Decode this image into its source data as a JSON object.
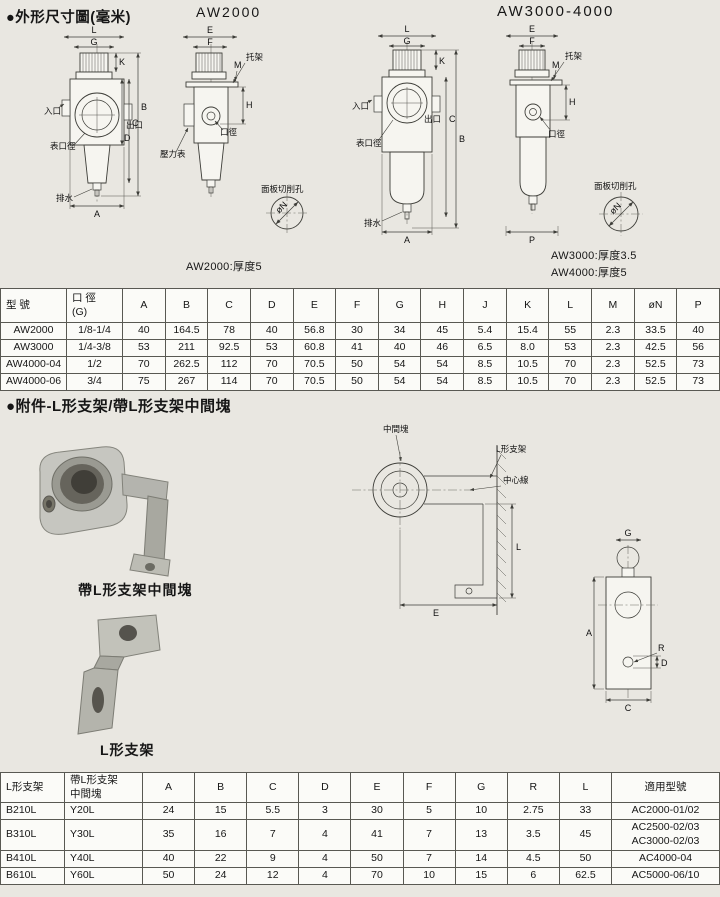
{
  "page": {
    "section1_title": "●外形尺寸圖(毫米)",
    "model1": "AW2000",
    "model2": "AW3000-4000",
    "note_aw2000": "AW2000:厚度5",
    "note_aw3000": "AW3000:厚度3.5",
    "note_aw4000": "AW4000:厚度5",
    "section2_title": "●附件-L形支架/帶L形支架中間塊",
    "photo1_caption": "帶L形支架中間塊",
    "photo2_caption": "L形支架"
  },
  "labels": {
    "inlet": "入口",
    "outlet": "出口",
    "gauge_port": "表口徑",
    "drain": "排水",
    "pressure_gauge": "壓力表",
    "port_size": "口徑",
    "bracket": "托架",
    "panel_cutout": "面板切削孔",
    "middle_block": "中間塊",
    "l_bracket": "L形支架",
    "center_line": "中心線"
  },
  "dim": {
    "A": "A",
    "B": "B",
    "C": "C",
    "D": "D",
    "E": "E",
    "F": "F",
    "G": "G",
    "H": "H",
    "K": "K",
    "L": "L",
    "M": "M",
    "N": "øN",
    "P": "P",
    "R": "R"
  },
  "table1": {
    "headers": [
      "型 號",
      "口 徑\n(G)",
      "A",
      "B",
      "C",
      "D",
      "E",
      "F",
      "G",
      "H",
      "J",
      "K",
      "L",
      "M",
      "øN",
      "P"
    ],
    "rows": [
      [
        "AW2000",
        "1/8-1/4",
        "40",
        "164.5",
        "78",
        "40",
        "56.8",
        "30",
        "34",
        "45",
        "5.4",
        "15.4",
        "55",
        "2.3",
        "33.5",
        "40"
      ],
      [
        "AW3000",
        "1/4-3/8",
        "53",
        "211",
        "92.5",
        "53",
        "60.8",
        "41",
        "40",
        "46",
        "6.5",
        "8.0",
        "53",
        "2.3",
        "42.5",
        "56"
      ],
      [
        "AW4000-04",
        "1/2",
        "70",
        "262.5",
        "112",
        "70",
        "70.5",
        "50",
        "54",
        "54",
        "8.5",
        "10.5",
        "70",
        "2.3",
        "52.5",
        "73"
      ],
      [
        "AW4000-06",
        "3/4",
        "75",
        "267",
        "114",
        "70",
        "70.5",
        "50",
        "54",
        "54",
        "8.5",
        "10.5",
        "70",
        "2.3",
        "52.5",
        "73"
      ]
    ]
  },
  "table2": {
    "headers": [
      "L形支架",
      "帶L形支架\n中間塊",
      "A",
      "B",
      "C",
      "D",
      "E",
      "F",
      "G",
      "R",
      "L",
      "適用型號"
    ],
    "rows": [
      [
        "B210L",
        "Y20L",
        "24",
        "15",
        "5.5",
        "3",
        "30",
        "5",
        "10",
        "2.75",
        "33",
        "AC2000-01/02"
      ],
      [
        "B310L",
        "Y30L",
        "35",
        "16",
        "7",
        "4",
        "41",
        "7",
        "13",
        "3.5",
        "45",
        "AC2500-02/03\nAC3000-02/03"
      ],
      [
        "B410L",
        "Y40L",
        "40",
        "22",
        "9",
        "4",
        "50",
        "7",
        "14",
        "4.5",
        "50",
        "AC4000-04"
      ],
      [
        "B610L",
        "Y60L",
        "50",
        "24",
        "12",
        "4",
        "70",
        "10",
        "15",
        "6",
        "62.5",
        "AC5000-06/10"
      ]
    ]
  }
}
